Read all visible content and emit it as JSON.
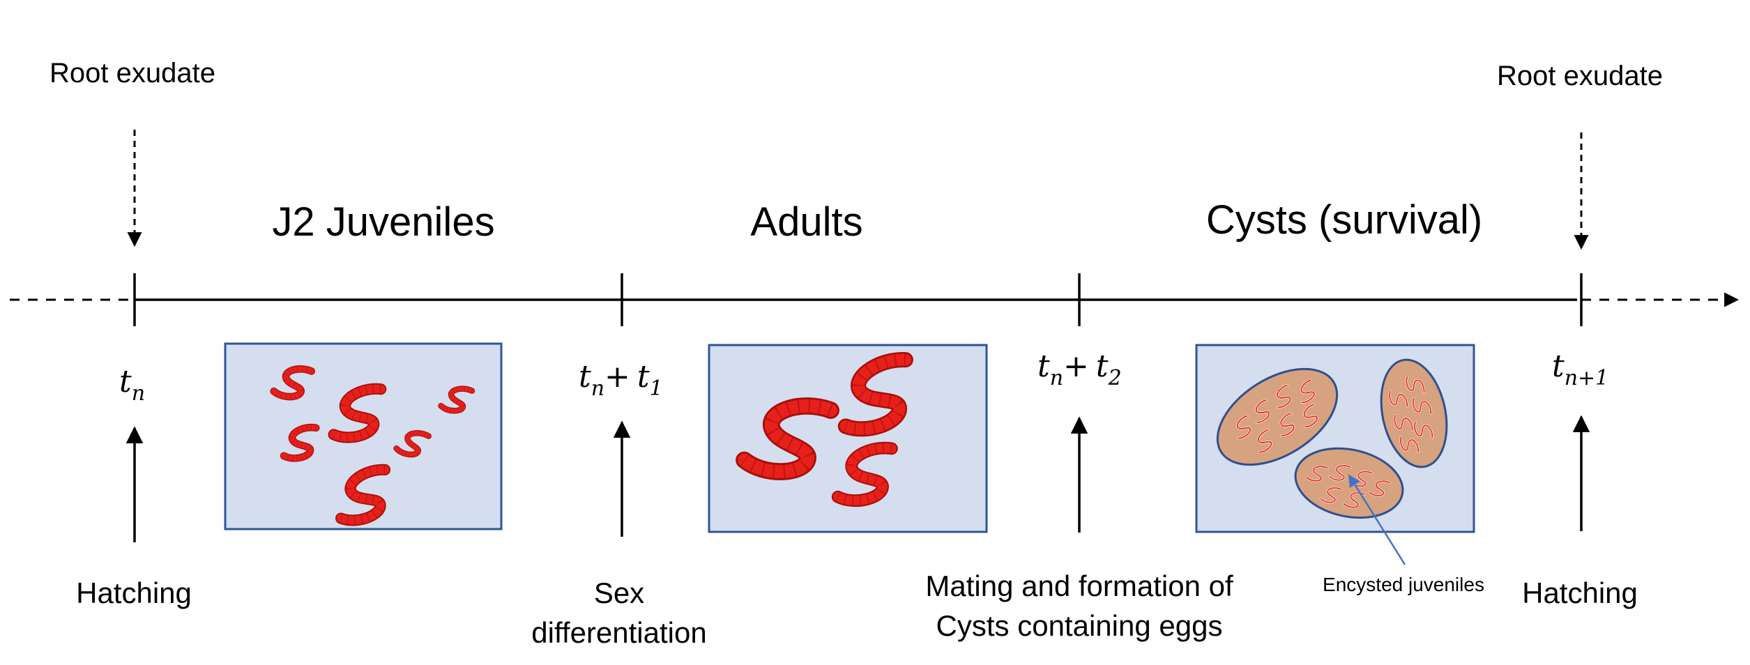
{
  "stages": {
    "j2": "J2 Juveniles",
    "adults": "Adults",
    "cysts": "Cysts (survival)"
  },
  "triggers": {
    "root_exudate_left": "Root exudate",
    "root_exudate_right": "Root exudate"
  },
  "time_points": {
    "t0_base": "t",
    "t0_sub": "n",
    "t1_base": "t",
    "t1_sub": "n",
    "t1_plus": "+",
    "t1_base2": "t",
    "t1_sub2": "1",
    "t2_base": "t",
    "t2_sub": "n",
    "t2_plus": "+",
    "t2_base2": "t",
    "t2_sub2": "2",
    "t3_base": "t",
    "t3_sub": "n+1"
  },
  "events": {
    "hatching_left": "Hatching",
    "sex_line1": "Sex",
    "sex_line2": "differentiation",
    "mating_line1": "Mating and formation of",
    "mating_line2": "Cysts containing eggs",
    "hatching_right": "Hatching"
  },
  "annotation": {
    "encysted": "Encysted juveniles"
  },
  "colors": {
    "panel_fill": "#d4deef",
    "panel_stroke": "#2f5597",
    "worm": "#e8201a",
    "worm_dark": "#a80f0b",
    "cyst_fill": "#d7a27e",
    "cyst_stroke": "#2f4f8f",
    "pointer": "#4472c4"
  },
  "icons": [
    "nematode-worm-icon",
    "cyst-icon"
  ]
}
